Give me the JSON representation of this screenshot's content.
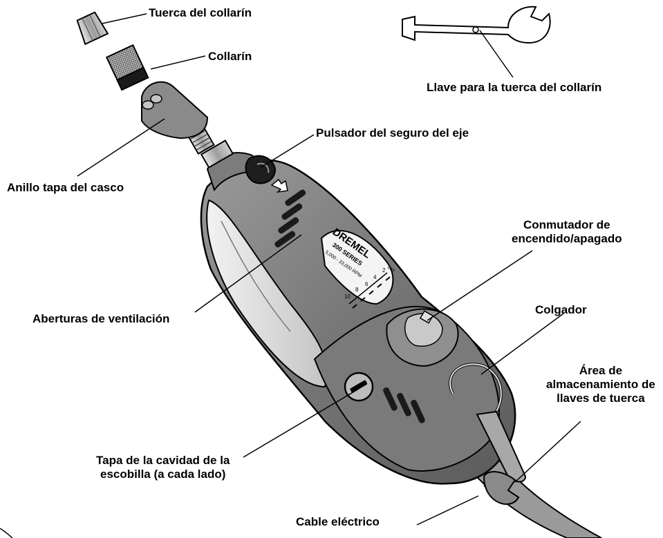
{
  "labels": {
    "collet_nut": "Tuerca del collarín",
    "collet": "Collarín",
    "wrench": "Llave para la tuerca del collarín",
    "shaft_lock": "Pulsador del seguro del eje",
    "housing_cap": "Anillo tapa del casco",
    "switch": [
      "Conmutador de",
      "encendido/apagado"
    ],
    "vents": "Aberturas de ventilación",
    "hanger": "Colgador",
    "wrench_storage": [
      "Área de",
      "almacenamiento de",
      "llaves de tuerca"
    ],
    "brush_cap": [
      "Tapa de la cavidad de la",
      "escobilla (a cada lado)"
    ],
    "cord": "Cable eléctrico"
  },
  "tool_markings": {
    "brand": "DREMEL",
    "series": "300 SERIES",
    "speed_range": "5,000 - 33,000 RPM",
    "speed_ticks": [
      "2",
      "4",
      "6",
      "8",
      "10"
    ],
    "off": "OFF"
  },
  "colors": {
    "body_dark": "#6b6b6b",
    "body_mid": "#8c8c8c",
    "grip_light": "#d9d9d9",
    "metal": "#bdbdbd",
    "outline": "#000000"
  }
}
